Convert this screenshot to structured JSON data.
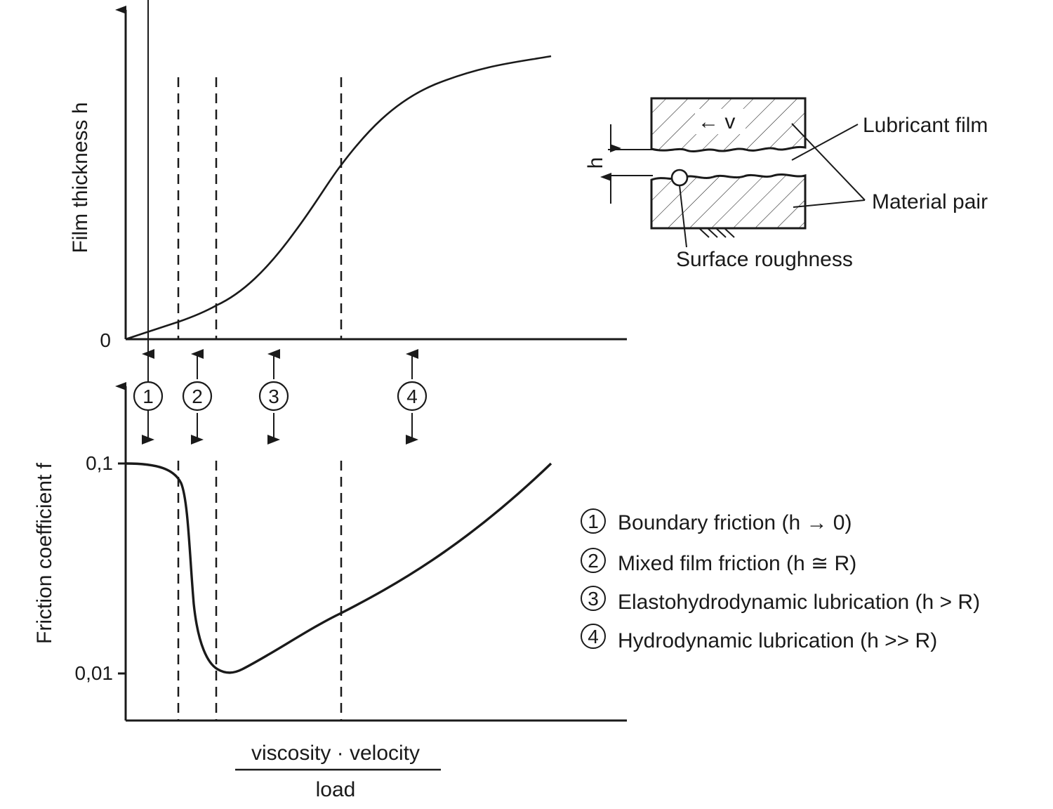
{
  "top_chart": {
    "ylabel": "Film thickness h",
    "origin_label": "0"
  },
  "bottom_chart": {
    "ylabel": "Friction coefficient f",
    "tick_top": "0,1",
    "tick_bottom": "0,01"
  },
  "xlabel": {
    "numerator": "viscosity · velocity",
    "denominator": "load"
  },
  "regime_markers": [
    "1",
    "2",
    "3",
    "4"
  ],
  "inset": {
    "velocity_label": "← v",
    "h_label": "h",
    "lubricant_film": "Lubricant film",
    "material_pair": "Material pair",
    "surface_roughness": "Surface roughness"
  },
  "legend": [
    {
      "num": "1",
      "text": "Boundary friction (h → 0)"
    },
    {
      "num": "2",
      "text": "Mixed film friction (h ≅ R)"
    },
    {
      "num": "3",
      "text": "Elastohydrodynamic lubrication (h > R)"
    },
    {
      "num": "4",
      "text": "Hydrodynamic lubrication (h >> R)"
    }
  ],
  "colors": {
    "ink": "#1a1a1a",
    "background": "#ffffff"
  }
}
